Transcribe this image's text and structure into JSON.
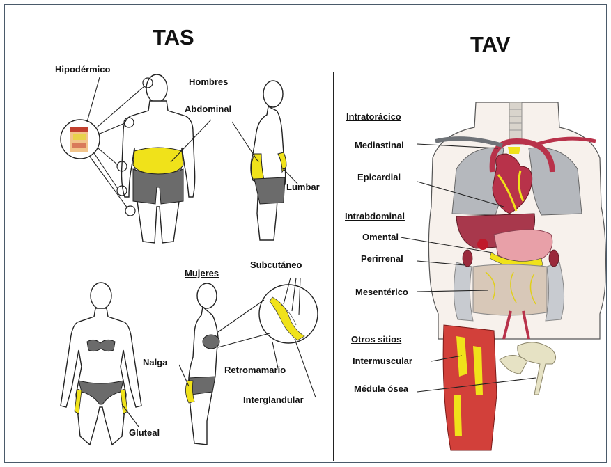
{
  "left_panel": {
    "title": "TAS",
    "men_header": "Hombres",
    "women_header": "Mujeres",
    "labels": {
      "hipodermico": "Hipodérmico",
      "abdominal": "Abdominal",
      "lumbar": "Lumbar",
      "subcutaneo": "Subcutáneo",
      "nalga": "Nalga",
      "retromamario": "Retromamario",
      "interglandular": "Interglandular",
      "gluteal": "Gluteal"
    }
  },
  "right_panel": {
    "title": "TAV",
    "sections": {
      "intratoracico": "Intratorácico",
      "intrabdominal": "Intrabdominal",
      "otros": "Otros sitios"
    },
    "labels": {
      "mediastinal": "Mediastinal",
      "epicardial": "Epicardial",
      "omental": "Omental",
      "perirrenal": "Perirrenal",
      "mesenterico": "Mesentérico",
      "intermuscular": "Intermuscular",
      "medula": "Médula ósea"
    }
  },
  "colors": {
    "fat_yellow": "#f0e21a",
    "garment_gray": "#6b6b6b",
    "outline": "#222222",
    "frame_border": "#4a5a6a",
    "organ_red": "#b8324a",
    "organ_gray": "#b5b8bd",
    "muscle_red": "#d2403a",
    "bone": "#e6e2c4"
  }
}
